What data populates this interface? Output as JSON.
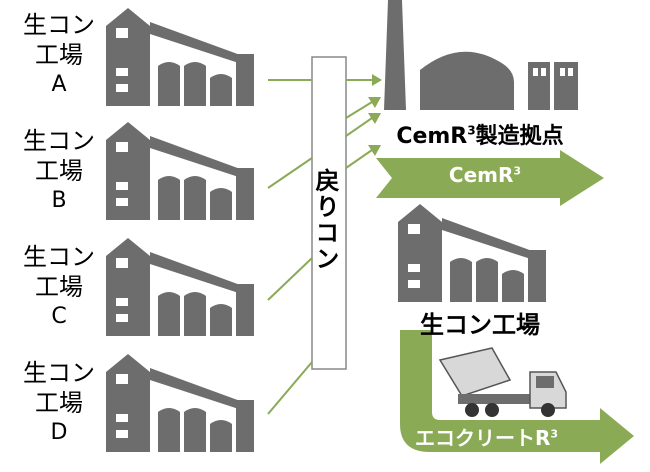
{
  "plants": [
    {
      "line1": "生コン",
      "line2": "工場",
      "line3": "A"
    },
    {
      "line1": "生コン",
      "line2": "工場",
      "line3": "B"
    },
    {
      "line1": "生コン",
      "line2": "工場",
      "line3": "C"
    },
    {
      "line1": "生コン",
      "line2": "工場",
      "line3": "D"
    }
  ],
  "return_label": "戻りコン",
  "site": {
    "name": "CemR",
    "sup": "3",
    "suffix": "製造拠点"
  },
  "product_arrow": {
    "name": "CemR",
    "sup": "3"
  },
  "destination_plant": "生コン工場",
  "eco_arrow": {
    "name": "エコクリートR",
    "sup": "3"
  },
  "colors": {
    "factory": "#6d6d6d",
    "arrow": "#8aaa55",
    "arrow_dark": "#6f9a3a"
  }
}
